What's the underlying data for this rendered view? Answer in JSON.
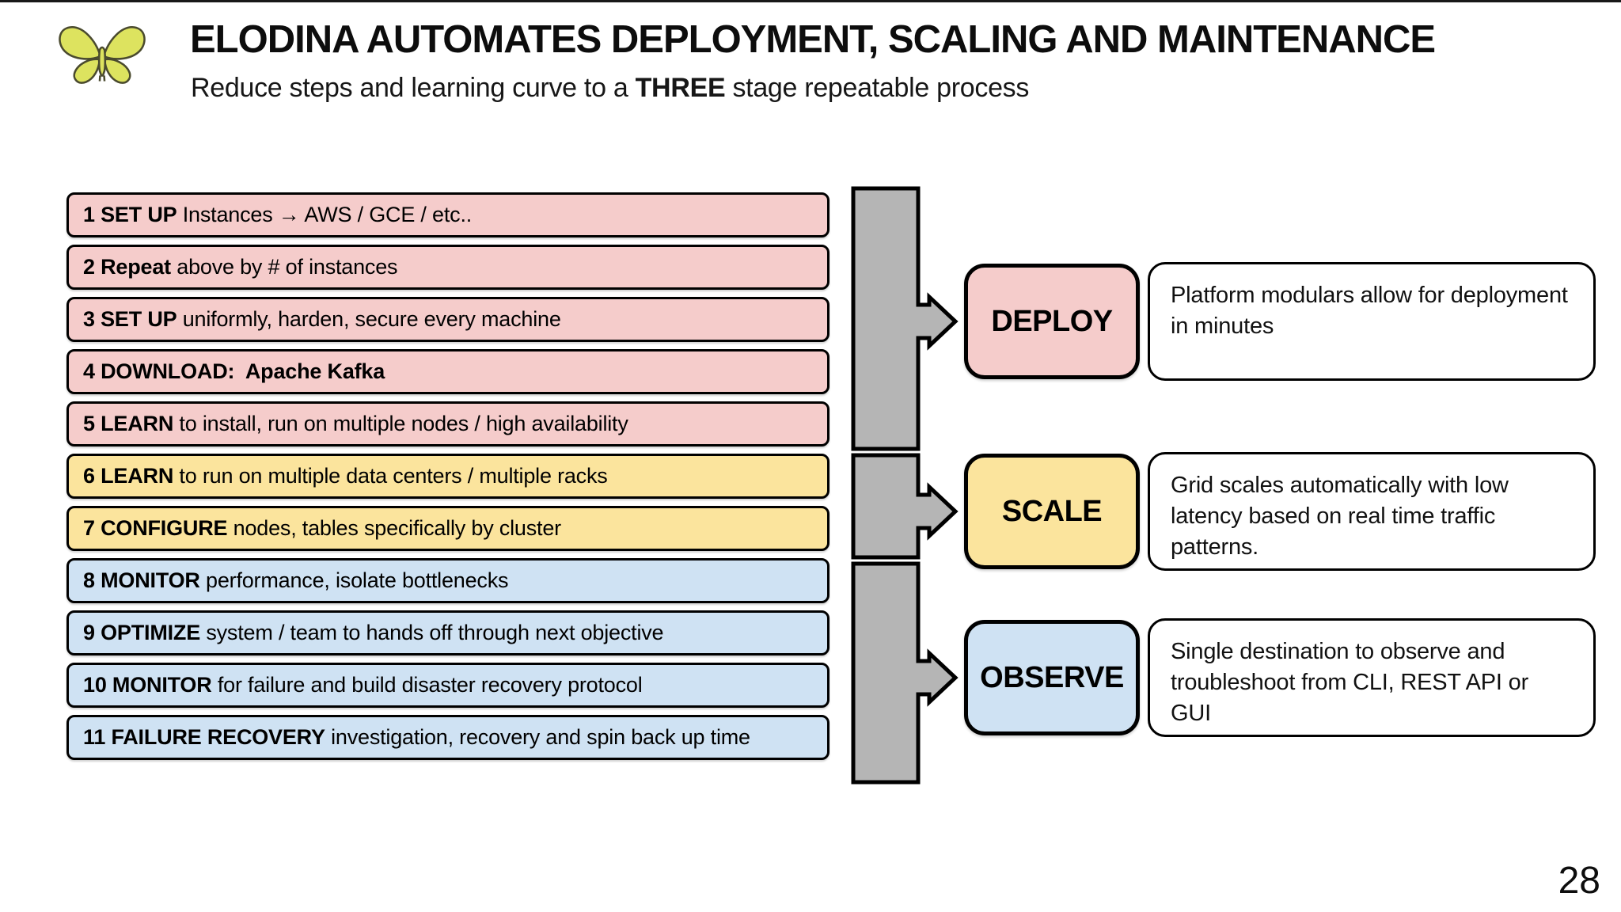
{
  "slide": {
    "title": "ELODINA AUTOMATES DEPLOYMENT, SCALING AND MAINTENANCE",
    "subtitle": {
      "prefix": "Reduce steps and learning curve to a ",
      "bold": "THREE",
      "suffix": " stage repeatable process"
    },
    "page_number": "28"
  },
  "logo": {
    "icon": "butterfly-icon",
    "fill": "#dde35f",
    "outline": "#4a4a2e"
  },
  "steps": [
    {
      "bold": "1 SET UP",
      "rest": " Instances → AWS / GCE / etc..",
      "group": "deploy"
    },
    {
      "bold": "2 Repeat",
      "rest": " above by # of instances",
      "group": "deploy"
    },
    {
      "bold": "3 SET UP",
      "rest": " uniformly, harden, secure every machine",
      "group": "deploy"
    },
    {
      "bold": "4 DOWNLOAD:  Apache Kafka",
      "rest": "",
      "group": "deploy"
    },
    {
      "bold": "5 LEARN",
      "rest": " to install, run on multiple nodes / high availability",
      "group": "deploy"
    },
    {
      "bold": "6 LEARN",
      "rest": " to run on multiple data centers / multiple racks",
      "group": "scale"
    },
    {
      "bold": "7 CONFIGURE",
      "rest": " nodes, tables specifically by cluster",
      "group": "scale"
    },
    {
      "bold": "8 MONITOR",
      "rest": " performance, isolate bottlenecks",
      "group": "observe"
    },
    {
      "bold": "9 OPTIMIZE",
      "rest": " system / team to hands off through next objective",
      "group": "observe"
    },
    {
      "bold": "10 MONITOR",
      "rest": " for failure and build disaster recovery protocol",
      "group": "observe"
    },
    {
      "bold": "11 FAILURE RECOVERY",
      "rest": " investigation, recovery and spin back up time",
      "group": "observe"
    }
  ],
  "stages": [
    {
      "label": "DEPLOY",
      "description": "Platform modulars allow for deployment in minutes"
    },
    {
      "label": "SCALE",
      "description": "Grid scales automatically with low latency based on real time traffic patterns."
    },
    {
      "label": "OBSERVE",
      "description": "Single destination to observe and troubleshoot from CLI, REST API or GUI"
    }
  ],
  "colors": {
    "deploy": "#f5cccb",
    "scale": "#fbe49d",
    "observe": "#cfe2f3",
    "arrow": "#b5b5b5",
    "border": "#000000"
  }
}
